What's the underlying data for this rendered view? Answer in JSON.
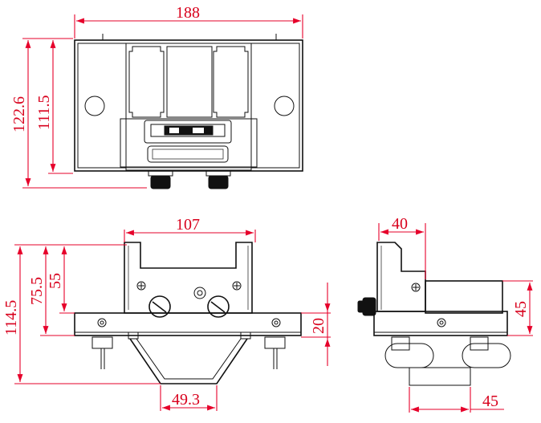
{
  "top_view": {
    "width_label": "188",
    "height_outer_label": "122.6",
    "height_inner_label": "111.5"
  },
  "front_view": {
    "top_width_label": "107",
    "height_total_label": "114.5",
    "height_mid_label": "75.5",
    "height_upper_label": "55",
    "height_base_label": "20",
    "bottom_width_label": "49.3"
  },
  "side_view": {
    "top_width_label": "40",
    "height_label": "45",
    "bottom_width_label": "45"
  }
}
